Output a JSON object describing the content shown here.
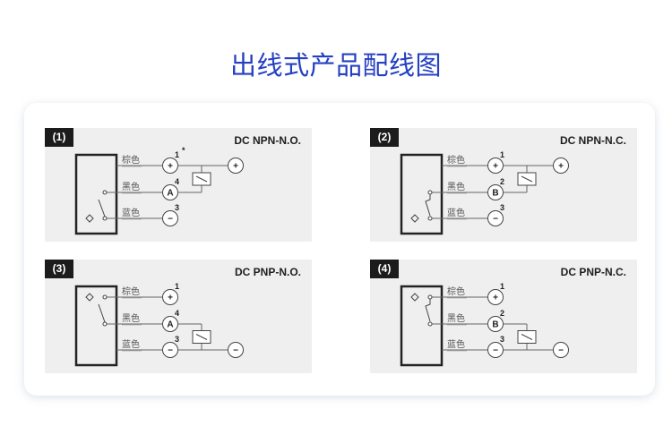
{
  "title": "出线式产品配线图",
  "colors": {
    "title": "#2540c2",
    "badge": "#1c1c1c",
    "panel": "#efefef"
  },
  "panels": [
    {
      "badge": "(1)",
      "type": "DC NPN-N.O.",
      "asterisk": "*",
      "output_type": "NPN",
      "contact": "N.O.",
      "wires": [
        {
          "label": "棕色",
          "terminal": "+",
          "pin": "1"
        },
        {
          "label": "黑色",
          "terminal": "A",
          "pin": "4"
        },
        {
          "label": "蓝色",
          "terminal": "−",
          "pin": "3"
        }
      ],
      "supply": "+"
    },
    {
      "badge": "(2)",
      "type": "DC NPN-N.C.",
      "asterisk": "",
      "output_type": "NPN",
      "contact": "N.C.",
      "wires": [
        {
          "label": "棕色",
          "terminal": "+",
          "pin": "1"
        },
        {
          "label": "黑色",
          "terminal": "B",
          "pin": "2"
        },
        {
          "label": "蓝色",
          "terminal": "−",
          "pin": "3"
        }
      ],
      "supply": "+"
    },
    {
      "badge": "(3)",
      "type": "DC PNP-N.O.",
      "asterisk": "",
      "output_type": "PNP",
      "contact": "N.O.",
      "wires": [
        {
          "label": "棕色",
          "terminal": "+",
          "pin": "1"
        },
        {
          "label": "黑色",
          "terminal": "A",
          "pin": "4"
        },
        {
          "label": "蓝色",
          "terminal": "−",
          "pin": "3"
        }
      ],
      "supply": "−"
    },
    {
      "badge": "(4)",
      "type": "DC PNP-N.C.",
      "asterisk": "",
      "output_type": "PNP",
      "contact": "N.C.",
      "wires": [
        {
          "label": "棕色",
          "terminal": "+",
          "pin": "1"
        },
        {
          "label": "黑色",
          "terminal": "B",
          "pin": "2"
        },
        {
          "label": "蓝色",
          "terminal": "−",
          "pin": "3"
        }
      ],
      "supply": "−"
    }
  ]
}
